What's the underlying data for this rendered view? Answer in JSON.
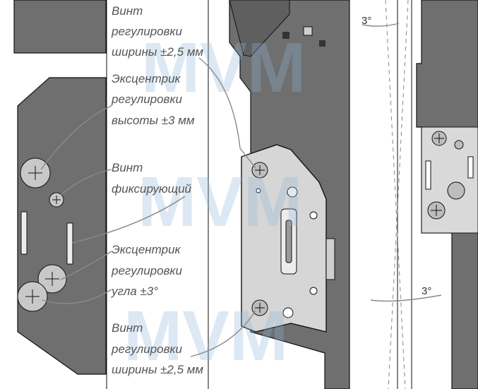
{
  "labels": {
    "width_top": [
      "Винт",
      "регулировки",
      "ширины ±2,5 мм"
    ],
    "height": [
      "Эксцентрик",
      "регулировки",
      "высоты ±3 мм"
    ],
    "fix": [
      "Винт",
      "фиксирующий"
    ],
    "angle": [
      "Эксцентрик",
      "регулировки",
      "угла ±3°"
    ],
    "width_bottom": [
      "Винт",
      "регулировки",
      "ширины ±2,5 мм"
    ]
  },
  "angle_marks": {
    "top": "3°",
    "bottom": "3°"
  },
  "watermark": "MVM",
  "colors": {
    "metal": "#7a7a7a",
    "plate": "#d6d6d6",
    "text": "#555555",
    "watermark": "#8fb6d9"
  }
}
